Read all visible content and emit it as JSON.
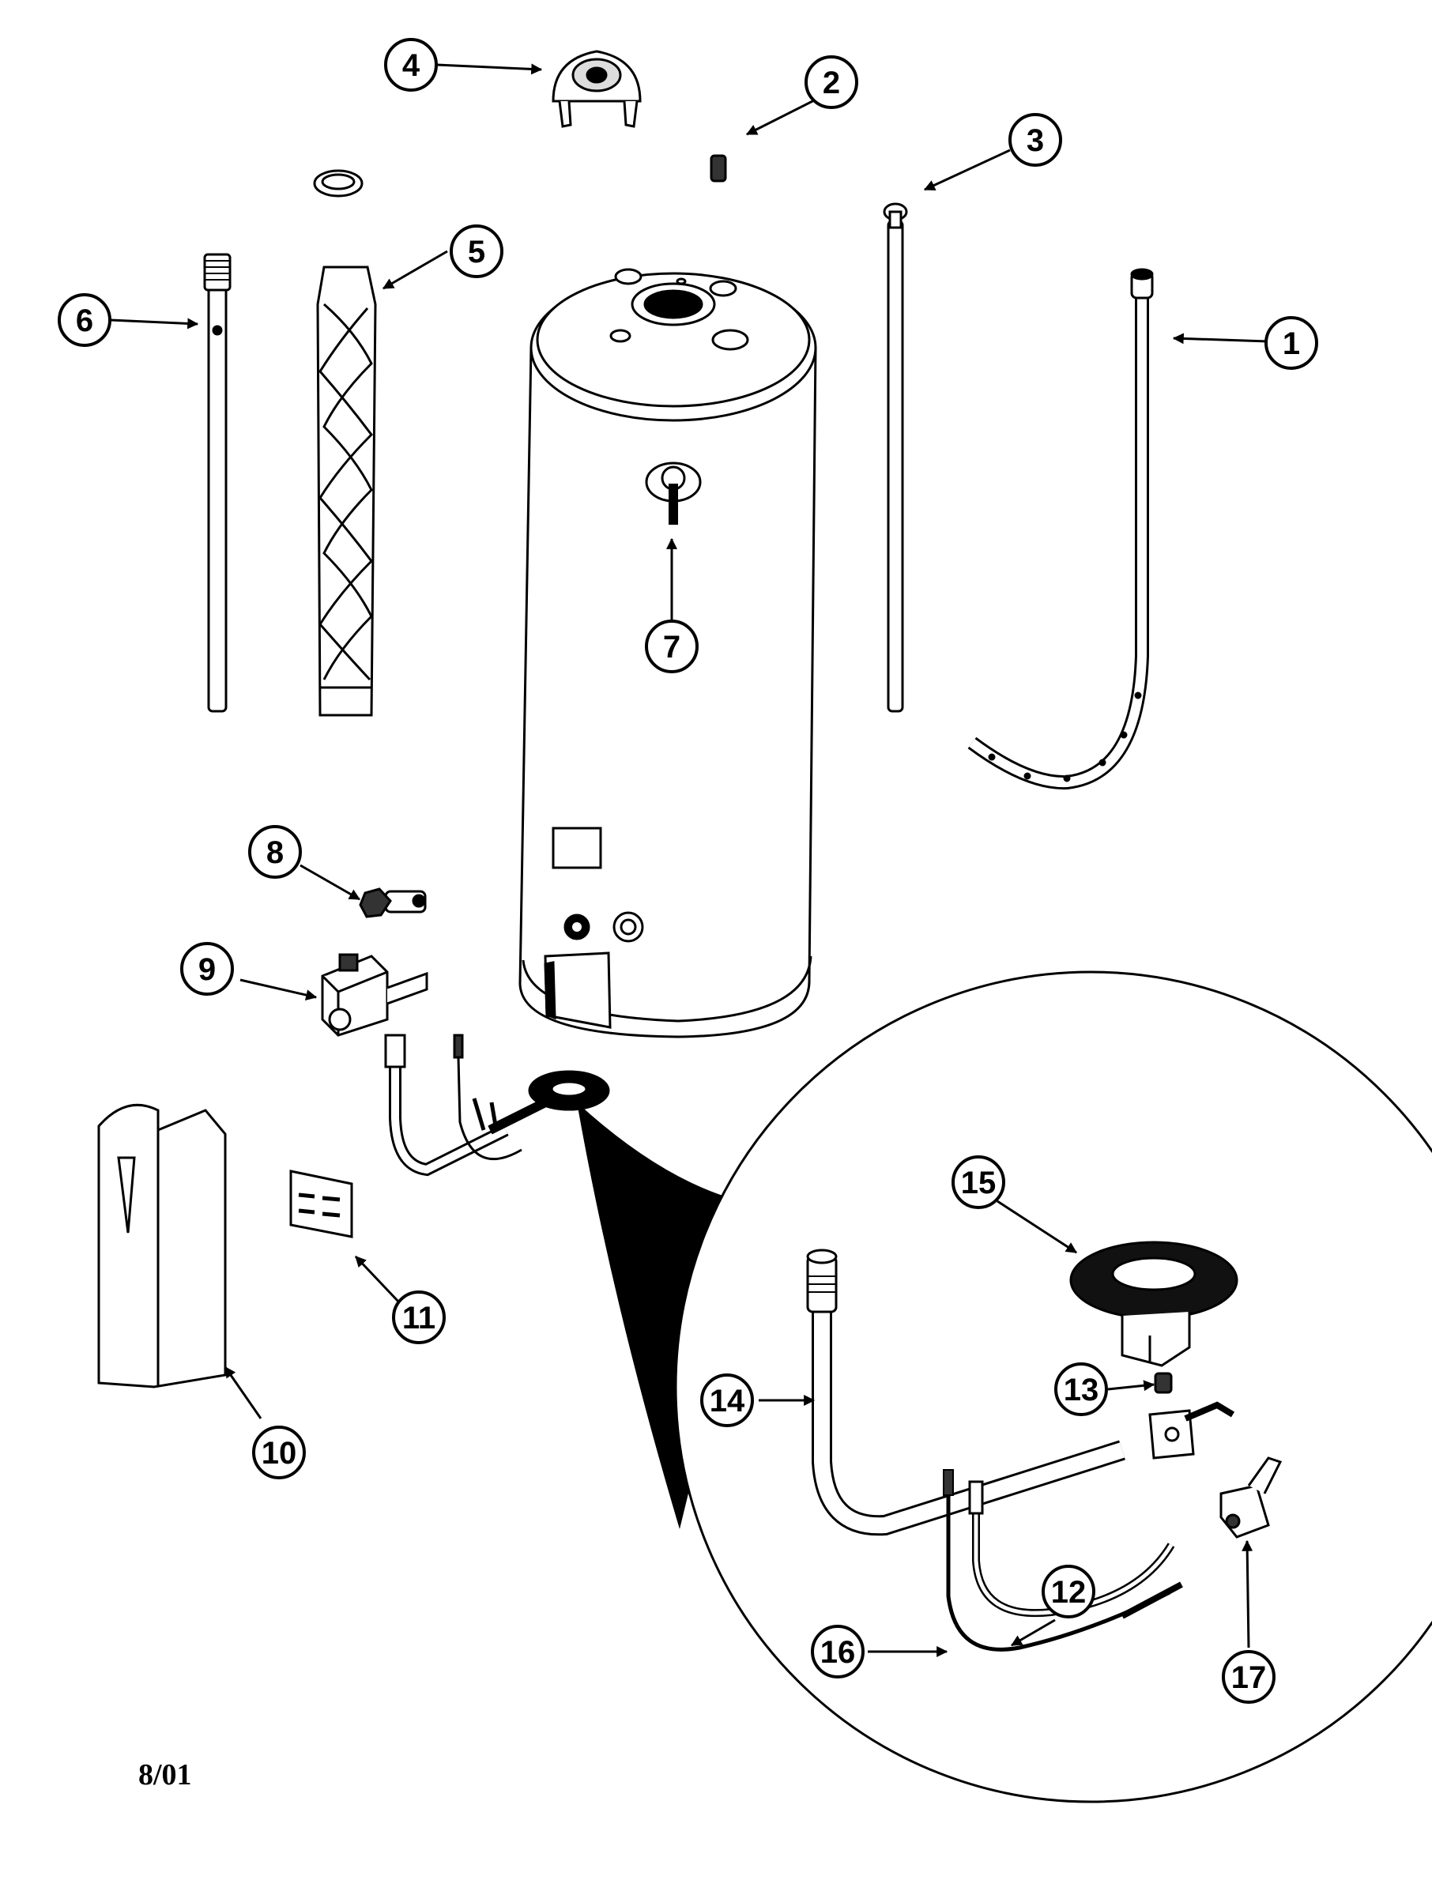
{
  "diagram": {
    "date_code": "8/01",
    "callouts": [
      {
        "id": "c1",
        "label": "1"
      },
      {
        "id": "c2",
        "label": "2"
      },
      {
        "id": "c3",
        "label": "3"
      },
      {
        "id": "c4",
        "label": "4"
      },
      {
        "id": "c5",
        "label": "5"
      },
      {
        "id": "c6",
        "label": "6"
      },
      {
        "id": "c7",
        "label": "7"
      },
      {
        "id": "c8",
        "label": "8"
      },
      {
        "id": "c9",
        "label": "9"
      },
      {
        "id": "c10",
        "label": "10"
      },
      {
        "id": "c11",
        "label": "11"
      },
      {
        "id": "c12",
        "label": "12"
      },
      {
        "id": "c13",
        "label": "13"
      },
      {
        "id": "c14",
        "label": "14"
      },
      {
        "id": "c15",
        "label": "15"
      },
      {
        "id": "c16",
        "label": "16"
      },
      {
        "id": "c17",
        "label": "17"
      }
    ]
  }
}
